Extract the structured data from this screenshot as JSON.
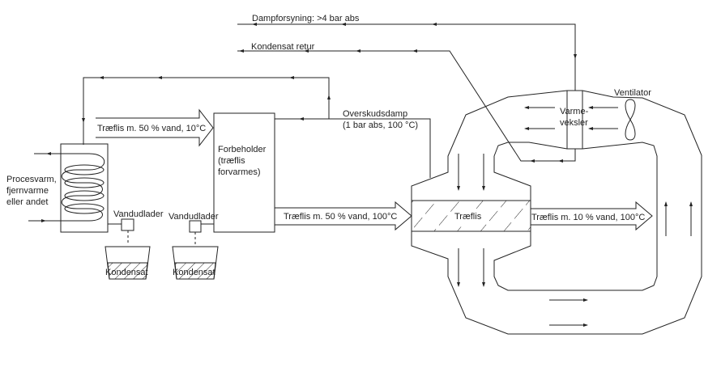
{
  "labels": {
    "steam_supply": "Dampforsyning: >4 bar abs",
    "condensate_return": "Kondensat retur",
    "excess_steam_1": "Overskudsdamp",
    "excess_steam_2": "(1 bar abs, 100 °C)",
    "chips_in": "Træflis m. 50 % vand, 10°C",
    "process_heat": [
      "Procesvarm,",
      "fjernvarme",
      "eller andet"
    ],
    "preheater": [
      "Forbeholder",
      "(træflis",
      "forvarmes)"
    ],
    "drain_1": "Vandudlader",
    "drain_2": "Vandudlader",
    "condensate_1": "Kondensat",
    "condensate_2": "Kondensat",
    "chips_mid": "Træflis m. 50 % vand, 100°C",
    "chips_bed": "Træflis",
    "chips_out": "Træflis m. 10 % vand, 100°C",
    "heat_exchanger": [
      "Varme-",
      "veksler"
    ],
    "fan": "Ventilator"
  },
  "colors": {
    "line": "#222222",
    "background": "#ffffff"
  }
}
